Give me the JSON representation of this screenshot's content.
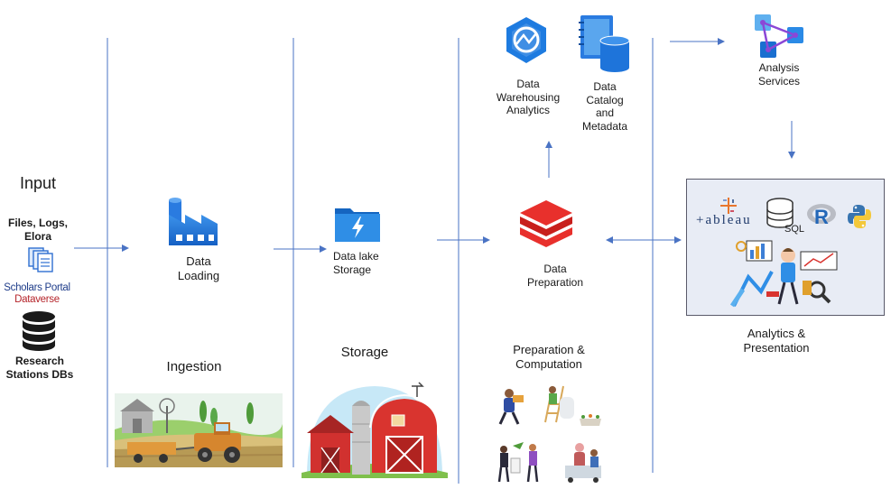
{
  "input": {
    "title": "Input",
    "sources": "Files, Logs,\nElora",
    "scholars_portal": "Scholars Portal",
    "dataverse": "Dataverse",
    "research_dbs": "Research\nStations DBs"
  },
  "stages": {
    "ingestion": "Ingestion",
    "storage": "Storage",
    "preparation": "Preparation &\nComputation",
    "analytics": "Analytics &\nPresentation"
  },
  "components": {
    "data_loading": "Data\nLoading",
    "data_lake": "Data lake\nStorage",
    "data_preparation": "Data\nPreparation",
    "warehousing": "Data\nWarehousing\nAnalytics",
    "catalog": "Data\nCatalog\nand\nMetadata",
    "analysis_services": "Analysis\nServices"
  },
  "tools": {
    "tableau": "+ableau",
    "sql": "SQL",
    "r": "R"
  },
  "colors": {
    "azure_blue": "#1d6fd6",
    "databricks_red": "#e8302c",
    "line_blue": "#4a73c4",
    "panel_bg": "#e8ecf5"
  }
}
